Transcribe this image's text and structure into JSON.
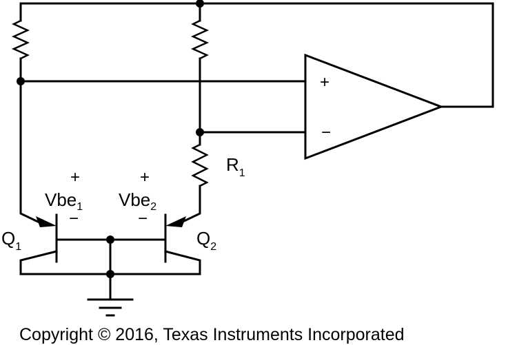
{
  "labels": {
    "opamp_plus": "+",
    "opamp_minus": "−",
    "r1": "R",
    "r1_sub": "1",
    "vbe1_plus": "+",
    "vbe1_base": "Vbe",
    "vbe1_sub": "1",
    "vbe1_minus": "−",
    "vbe2_plus": "+",
    "vbe2_base": "Vbe",
    "vbe2_sub": "2",
    "vbe2_minus": "−",
    "q1": "Q",
    "q1_sub": "1",
    "q2": "Q",
    "q2_sub": "2"
  },
  "copyright": "Copyright © 2016, Texas Instruments Incorporated"
}
